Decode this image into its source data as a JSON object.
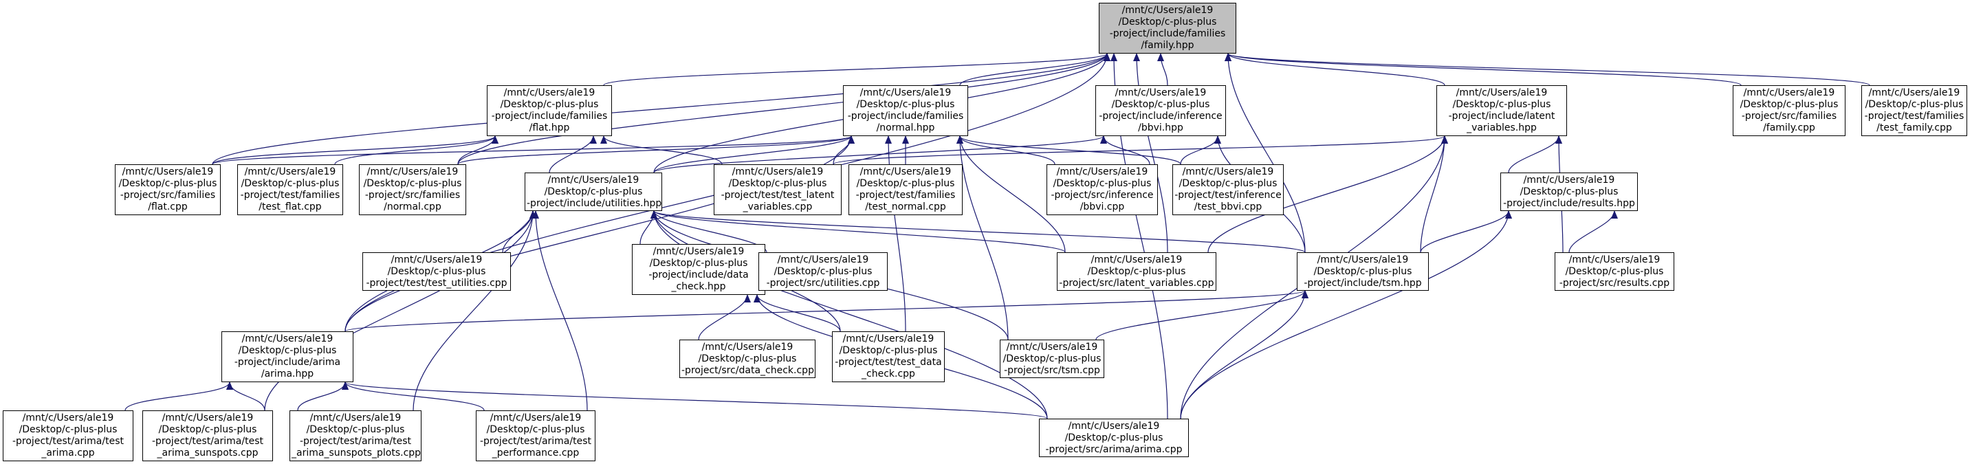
{
  "graph": {
    "edge_color": "#191970",
    "node_border": "#000000",
    "highlight_fill": "#bfbfbf",
    "nodes": [
      {
        "id": "family_hpp",
        "highlight": true,
        "lines": [
          "/mnt/c/Users/ale19",
          "/Desktop/c-plus-plus",
          "-project/include/families",
          "/family.hpp"
        ]
      },
      {
        "id": "flat_hpp",
        "lines": [
          "/mnt/c/Users/ale19",
          "/Desktop/c-plus-plus",
          "-project/include/families",
          "/flat.hpp"
        ]
      },
      {
        "id": "normal_hpp",
        "lines": [
          "/mnt/c/Users/ale19",
          "/Desktop/c-plus-plus",
          "-project/include/families",
          "/normal.hpp"
        ]
      },
      {
        "id": "bbvi_hpp",
        "lines": [
          "/mnt/c/Users/ale19",
          "/Desktop/c-plus-plus",
          "-project/include/inference",
          "/bbvi.hpp"
        ]
      },
      {
        "id": "latent_hpp",
        "lines": [
          "/mnt/c/Users/ale19",
          "/Desktop/c-plus-plus",
          "-project/include/latent",
          "_variables.hpp"
        ]
      },
      {
        "id": "src_family_cpp",
        "lines": [
          "/mnt/c/Users/ale19",
          "/Desktop/c-plus-plus",
          "-project/src/families",
          "/family.cpp"
        ]
      },
      {
        "id": "test_family_cpp",
        "lines": [
          "/mnt/c/Users/ale19",
          "/Desktop/c-plus-plus",
          "-project/test/families",
          "/test_family.cpp"
        ]
      },
      {
        "id": "flat_cpp",
        "lines": [
          "/mnt/c/Users/ale19",
          "/Desktop/c-plus-plus",
          "-project/src/families",
          "/flat.cpp"
        ]
      },
      {
        "id": "test_flat_cpp",
        "lines": [
          "/mnt/c/Users/ale19",
          "/Desktop/c-plus-plus",
          "-project/test/families",
          "/test_flat.cpp"
        ]
      },
      {
        "id": "normal_cpp",
        "lines": [
          "/mnt/c/Users/ale19",
          "/Desktop/c-plus-plus",
          "-project/src/families",
          "/normal.cpp"
        ]
      },
      {
        "id": "utilities_hpp",
        "lines": [
          "/mnt/c/Users/ale19",
          "/Desktop/c-plus-plus",
          "-project/include/utilities.hpp"
        ]
      },
      {
        "id": "test_latent_cpp",
        "lines": [
          "/mnt/c/Users/ale19",
          "/Desktop/c-plus-plus",
          "-project/test/test_latent",
          "_variables.cpp"
        ]
      },
      {
        "id": "test_normal_cpp",
        "lines": [
          "/mnt/c/Users/ale19",
          "/Desktop/c-plus-plus",
          "-project/test/families",
          "/test_normal.cpp"
        ]
      },
      {
        "id": "bbvi_cpp",
        "lines": [
          "/mnt/c/Users/ale19",
          "/Desktop/c-plus-plus",
          "-project/src/inference",
          "/bbvi.cpp"
        ]
      },
      {
        "id": "test_bbvi_cpp",
        "lines": [
          "/mnt/c/Users/ale19",
          "/Desktop/c-plus-plus",
          "-project/test/inference",
          "/test_bbvi.cpp"
        ]
      },
      {
        "id": "results_hpp",
        "lines": [
          "/mnt/c/Users/ale19",
          "/Desktop/c-plus-plus",
          "-project/include/results.hpp"
        ]
      },
      {
        "id": "test_utilities_cpp",
        "lines": [
          "/mnt/c/Users/ale19",
          "/Desktop/c-plus-plus",
          "-project/test/test_utilities.cpp"
        ]
      },
      {
        "id": "data_check_hpp",
        "lines": [
          "/mnt/c/Users/ale19",
          "/Desktop/c-plus-plus",
          "-project/include/data",
          "_check.hpp"
        ]
      },
      {
        "id": "utilities_cpp",
        "lines": [
          "/mnt/c/Users/ale19",
          "/Desktop/c-plus-plus",
          "-project/src/utilities.cpp"
        ]
      },
      {
        "id": "latent_cpp",
        "lines": [
          "/mnt/c/Users/ale19",
          "/Desktop/c-plus-plus",
          "-project/src/latent_variables.cpp"
        ]
      },
      {
        "id": "tsm_hpp",
        "lines": [
          "/mnt/c/Users/ale19",
          "/Desktop/c-plus-plus",
          "-project/include/tsm.hpp"
        ]
      },
      {
        "id": "results_cpp",
        "lines": [
          "/mnt/c/Users/ale19",
          "/Desktop/c-plus-plus",
          "-project/src/results.cpp"
        ]
      },
      {
        "id": "arima_hpp",
        "lines": [
          "/mnt/c/Users/ale19",
          "/Desktop/c-plus-plus",
          "-project/include/arima",
          "/arima.hpp"
        ]
      },
      {
        "id": "data_check_cpp",
        "lines": [
          "/mnt/c/Users/ale19",
          "/Desktop/c-plus-plus",
          "-project/src/data_check.cpp"
        ]
      },
      {
        "id": "test_data_check_cpp",
        "lines": [
          "/mnt/c/Users/ale19",
          "/Desktop/c-plus-plus",
          "-project/test/test_data",
          "_check.cpp"
        ]
      },
      {
        "id": "tsm_cpp",
        "lines": [
          "/mnt/c/Users/ale19",
          "/Desktop/c-plus-plus",
          "-project/src/tsm.cpp"
        ]
      },
      {
        "id": "test_arima_cpp",
        "lines": [
          "/mnt/c/Users/ale19",
          "/Desktop/c-plus-plus",
          "-project/test/arima/test",
          "_arima.cpp"
        ]
      },
      {
        "id": "test_arima_sunspots_cpp",
        "lines": [
          "/mnt/c/Users/ale19",
          "/Desktop/c-plus-plus",
          "-project/test/arima/test",
          "_arima_sunspots.cpp"
        ]
      },
      {
        "id": "test_arima_sunspots_plots_cpp",
        "lines": [
          "/mnt/c/Users/ale19",
          "/Desktop/c-plus-plus",
          "-project/test/arima/test",
          "_arima_sunspots_plots.cpp"
        ]
      },
      {
        "id": "test_performance_cpp",
        "lines": [
          "/mnt/c/Users/ale19",
          "/Desktop/c-plus-plus",
          "-project/test/arima/test",
          "_performance.cpp"
        ]
      },
      {
        "id": "arima_cpp",
        "lines": [
          "/mnt/c/Users/ale19",
          "/Desktop/c-plus-plus",
          "-project/src/arima/arima.cpp"
        ]
      }
    ],
    "edges": [
      [
        "flat_hpp",
        "family_hpp"
      ],
      [
        "normal_hpp",
        "family_hpp"
      ],
      [
        "bbvi_hpp",
        "family_hpp"
      ],
      [
        "latent_hpp",
        "family_hpp"
      ],
      [
        "src_family_cpp",
        "family_hpp"
      ],
      [
        "test_family_cpp",
        "family_hpp"
      ],
      [
        "flat_cpp",
        "family_hpp"
      ],
      [
        "normal_cpp",
        "family_hpp"
      ],
      [
        "utilities_hpp",
        "family_hpp"
      ],
      [
        "tsm_hpp",
        "family_hpp"
      ],
      [
        "latent_cpp",
        "family_hpp"
      ],
      [
        "arima_hpp",
        "family_hpp"
      ],
      [
        "arima_cpp",
        "family_hpp"
      ],
      [
        "flat_cpp",
        "flat_hpp"
      ],
      [
        "test_flat_cpp",
        "flat_hpp"
      ],
      [
        "normal_cpp",
        "flat_hpp"
      ],
      [
        "utilities_hpp",
        "flat_hpp"
      ],
      [
        "test_latent_cpp",
        "flat_hpp"
      ],
      [
        "flat_cpp",
        "normal_hpp"
      ],
      [
        "normal_cpp",
        "normal_hpp"
      ],
      [
        "utilities_hpp",
        "normal_hpp"
      ],
      [
        "test_latent_cpp",
        "normal_hpp"
      ],
      [
        "test_normal_cpp",
        "normal_hpp"
      ],
      [
        "bbvi_cpp",
        "normal_hpp"
      ],
      [
        "test_bbvi_cpp",
        "normal_hpp"
      ],
      [
        "latent_cpp",
        "normal_hpp"
      ],
      [
        "tsm_cpp",
        "normal_hpp"
      ],
      [
        "arima_hpp",
        "normal_hpp"
      ],
      [
        "test_data_check_cpp",
        "normal_hpp"
      ],
      [
        "utilities_hpp",
        "bbvi_hpp"
      ],
      [
        "bbvi_cpp",
        "bbvi_hpp"
      ],
      [
        "test_bbvi_cpp",
        "bbvi_hpp"
      ],
      [
        "tsm_hpp",
        "bbvi_hpp"
      ],
      [
        "test_latent_cpp",
        "latent_hpp"
      ],
      [
        "results_hpp",
        "latent_hpp"
      ],
      [
        "latent_cpp",
        "latent_hpp"
      ],
      [
        "tsm_hpp",
        "latent_hpp"
      ],
      [
        "results_cpp",
        "latent_hpp"
      ],
      [
        "arima_cpp",
        "latent_hpp"
      ],
      [
        "test_utilities_cpp",
        "utilities_hpp"
      ],
      [
        "data_check_hpp",
        "utilities_hpp"
      ],
      [
        "utilities_cpp",
        "utilities_hpp"
      ],
      [
        "latent_cpp",
        "utilities_hpp"
      ],
      [
        "tsm_hpp",
        "utilities_hpp"
      ],
      [
        "arima_hpp",
        "utilities_hpp"
      ],
      [
        "tsm_cpp",
        "utilities_hpp"
      ],
      [
        "arima_cpp",
        "utilities_hpp"
      ],
      [
        "test_arima_sunspots_cpp",
        "utilities_hpp"
      ],
      [
        "test_arima_sunspots_plots_cpp",
        "utilities_hpp"
      ],
      [
        "test_performance_cpp",
        "utilities_hpp"
      ],
      [
        "test_data_check_cpp",
        "utilities_hpp"
      ],
      [
        "tsm_hpp",
        "results_hpp"
      ],
      [
        "results_cpp",
        "results_hpp"
      ],
      [
        "arima_cpp",
        "results_hpp"
      ],
      [
        "data_check_cpp",
        "data_check_hpp"
      ],
      [
        "test_data_check_cpp",
        "data_check_hpp"
      ],
      [
        "arima_cpp",
        "data_check_hpp"
      ],
      [
        "arima_hpp",
        "tsm_hpp"
      ],
      [
        "tsm_cpp",
        "tsm_hpp"
      ],
      [
        "arima_cpp",
        "tsm_hpp"
      ],
      [
        "test_arima_cpp",
        "arima_hpp"
      ],
      [
        "test_arima_sunspots_cpp",
        "arima_hpp"
      ],
      [
        "test_arima_sunspots_plots_cpp",
        "arima_hpp"
      ],
      [
        "test_performance_cpp",
        "arima_hpp"
      ],
      [
        "arima_cpp",
        "arima_hpp"
      ]
    ]
  }
}
